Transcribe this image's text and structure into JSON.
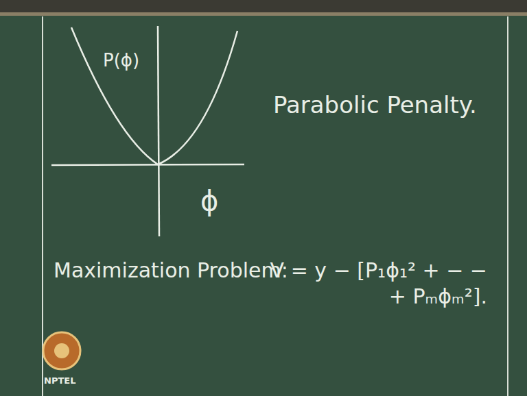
{
  "diagram": {
    "labels": [
      "P(ϕ)",
      "ϕ",
      "Parabolic Penalty.",
      "Maximization Problem:",
      "V = y − [P₁ϕ₁² + − − + Pₘϕₘ²].",
      "NPTEL"
    ]
  }
}
